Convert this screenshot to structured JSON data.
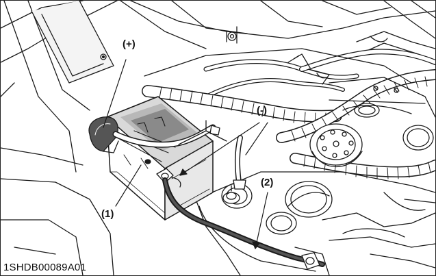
{
  "figure": {
    "code": "1SHDB00089A01",
    "callouts": {
      "positive": "(+)",
      "negative": "(-)",
      "item1": "(1)",
      "item2": "(2)"
    }
  },
  "colors": {
    "line": "#1a1a1a",
    "shade": "#8a8a8a",
    "dark_shade": "#555555",
    "light_shade": "#c8c8c8",
    "paper": "#ffffff"
  }
}
